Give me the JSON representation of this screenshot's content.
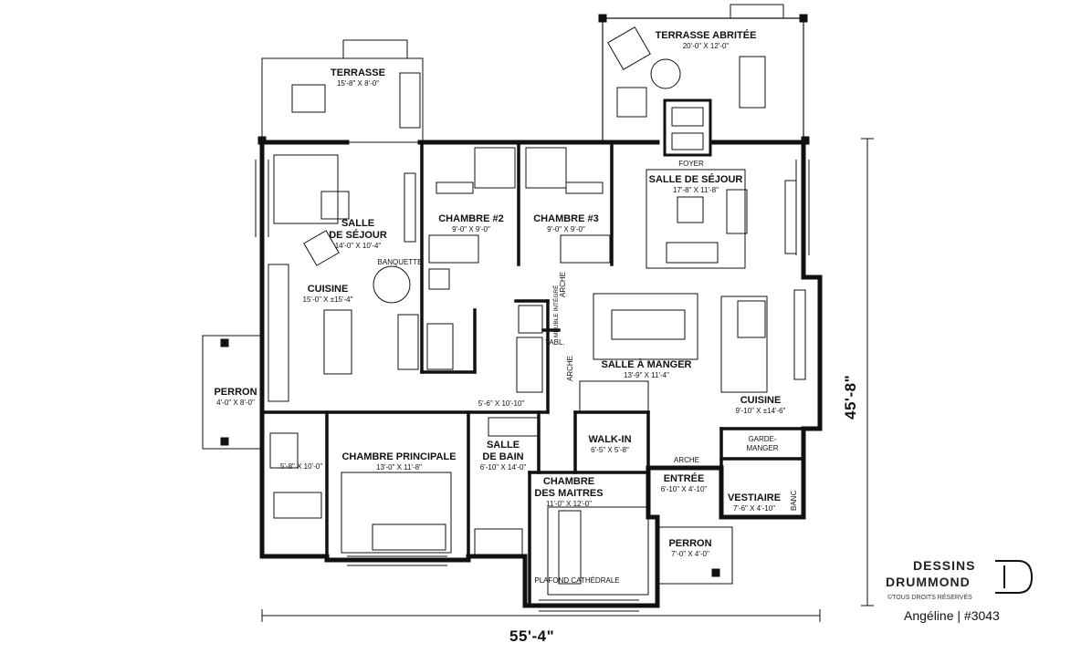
{
  "rooms": {
    "terrasse": {
      "name": "TERRASSE",
      "dim": "15'-8\" X 8'-0\""
    },
    "terrasse_abritee": {
      "name": "TERRASSE ABRITÉE",
      "dim": "20'-0\" X 12'-0\""
    },
    "foyer": {
      "name": "FOYER"
    },
    "salon_left": {
      "name1": "SALLE",
      "name2": "DE SÉJOUR",
      "dim": "14'-0\" X 10'-4\""
    },
    "salon_right": {
      "name": "SALLE DE SÉJOUR",
      "dim": "17'-8\" X 11'-8\""
    },
    "chambre2": {
      "name": "CHAMBRE #2",
      "dim": "9'-0\" X 9'-0\""
    },
    "chambre3": {
      "name": "CHAMBRE #3",
      "dim": "9'-0\" X 9'-0\""
    },
    "banquette": {
      "name": "BANQUETTE"
    },
    "cuisine_left": {
      "name": "CUISINE",
      "dim": "15'-0\" X ±15'-4\""
    },
    "perron_left": {
      "name": "PERRON",
      "dim": "4'-0\" X 8'-0\""
    },
    "arche1": {
      "name": "ARCHE"
    },
    "arche2": {
      "name": "ARCHE"
    },
    "arche3": {
      "name": "ARCHE"
    },
    "meuble": {
      "name": "MEUBLE INTÉGRÉ"
    },
    "tabl": {
      "name": "TABL."
    },
    "salle_manger": {
      "name": "SALLE À MANGER",
      "dim": "13'-9\" X 11'-4\""
    },
    "cuisine_right": {
      "name": "CUISINE",
      "dim": "9'-10\" X ±14'-6\""
    },
    "bath_small": {
      "dim": "5'-6\" X 10'-10\""
    },
    "bath_left": {
      "dim": "5'-8\" X 10'-0\""
    },
    "salle_bain": {
      "name1": "SALLE",
      "name2": "DE BAIN",
      "dim": "6'-10\" X 14'-0\""
    },
    "walkin": {
      "name": "WALK-IN",
      "dim": "6'-5\" X 5'-8\""
    },
    "garde_manger": {
      "name1": "GARDE-",
      "name2": "MANGER"
    },
    "chambre_principale": {
      "name": "CHAMBRE PRINCIPALE",
      "dim": "13'-0\" X 11'-8\""
    },
    "chambre_maitres": {
      "name1": "CHAMBRE",
      "name2": "DES MAITRES",
      "dim": "11'-0\" X 12'-0\""
    },
    "entree": {
      "name": "ENTRÉE",
      "dim": "6'-10\" X 4'-10\""
    },
    "vestiaire": {
      "name": "VESTIAIRE",
      "dim": "7'-6\" X 4'-10\""
    },
    "banc": {
      "name": "BANC"
    },
    "perron_bottom": {
      "name": "PERRON",
      "dim": "7'-0\" X 4'-0\""
    },
    "plafond": {
      "name": "PLAFOND CATHÉDRALE"
    }
  },
  "overall": {
    "width": "55'-4\"",
    "depth": "45'-8\""
  },
  "brand": {
    "line1": "DESSINS",
    "line2": "DRUMMOND",
    "rights": "©TOUS DROITS RÉSERVÉS",
    "reference": "Angéline | #3043"
  }
}
